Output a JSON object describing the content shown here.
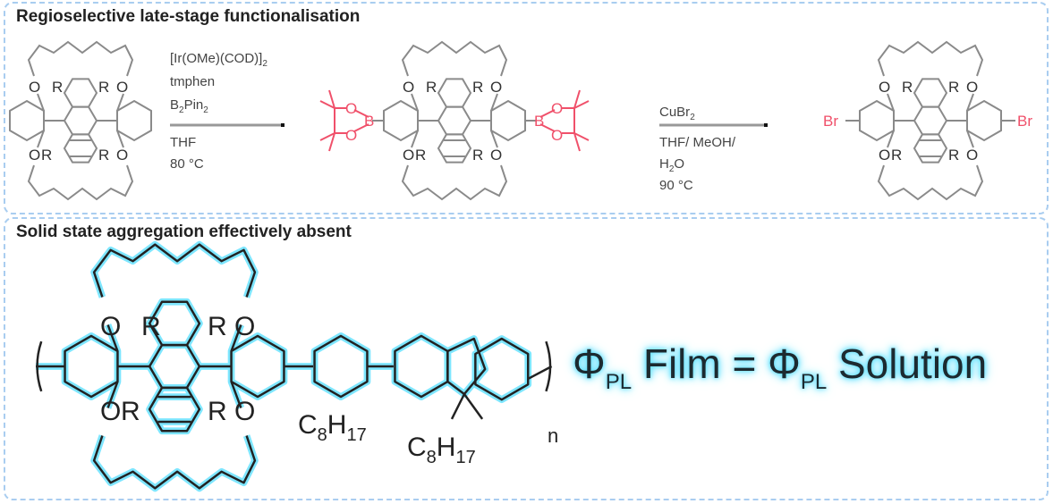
{
  "panel_top": {
    "title": "Regioselective late-stage functionalisation",
    "step1": {
      "line1": "[Ir(OMe)(COD)]",
      "line1_sub": "2",
      "line2": "tmphen",
      "line3_main": "B",
      "line3_sub1": "2",
      "line3_mid": "Pin",
      "line3_sub2": "2",
      "line4": "THF",
      "line5": "80 °C"
    },
    "step2": {
      "line1": "CuBr",
      "line1_sub": "2",
      "line2": "THF/ MeOH/",
      "line3_main": "H",
      "line3_sub": "2",
      "line3_end": "O",
      "line4": "90 °C"
    },
    "atoms": {
      "O": "O",
      "R": "R",
      "B": "B",
      "Br": "Br"
    }
  },
  "panel_bottom": {
    "title": "Solid state aggregation effectively absent",
    "atoms": {
      "O": "O",
      "R": "R",
      "C": "C",
      "H": "H",
      "sub8": "8",
      "sub17": "17",
      "n": "n"
    },
    "formula": {
      "phi": "Φ",
      "sub": "PL",
      "film": " Film = ",
      "solution": " Solution"
    }
  },
  "colors": {
    "highlight": "#f0506a",
    "glow": "#5fe0ff",
    "border": "#a9cdf0"
  }
}
